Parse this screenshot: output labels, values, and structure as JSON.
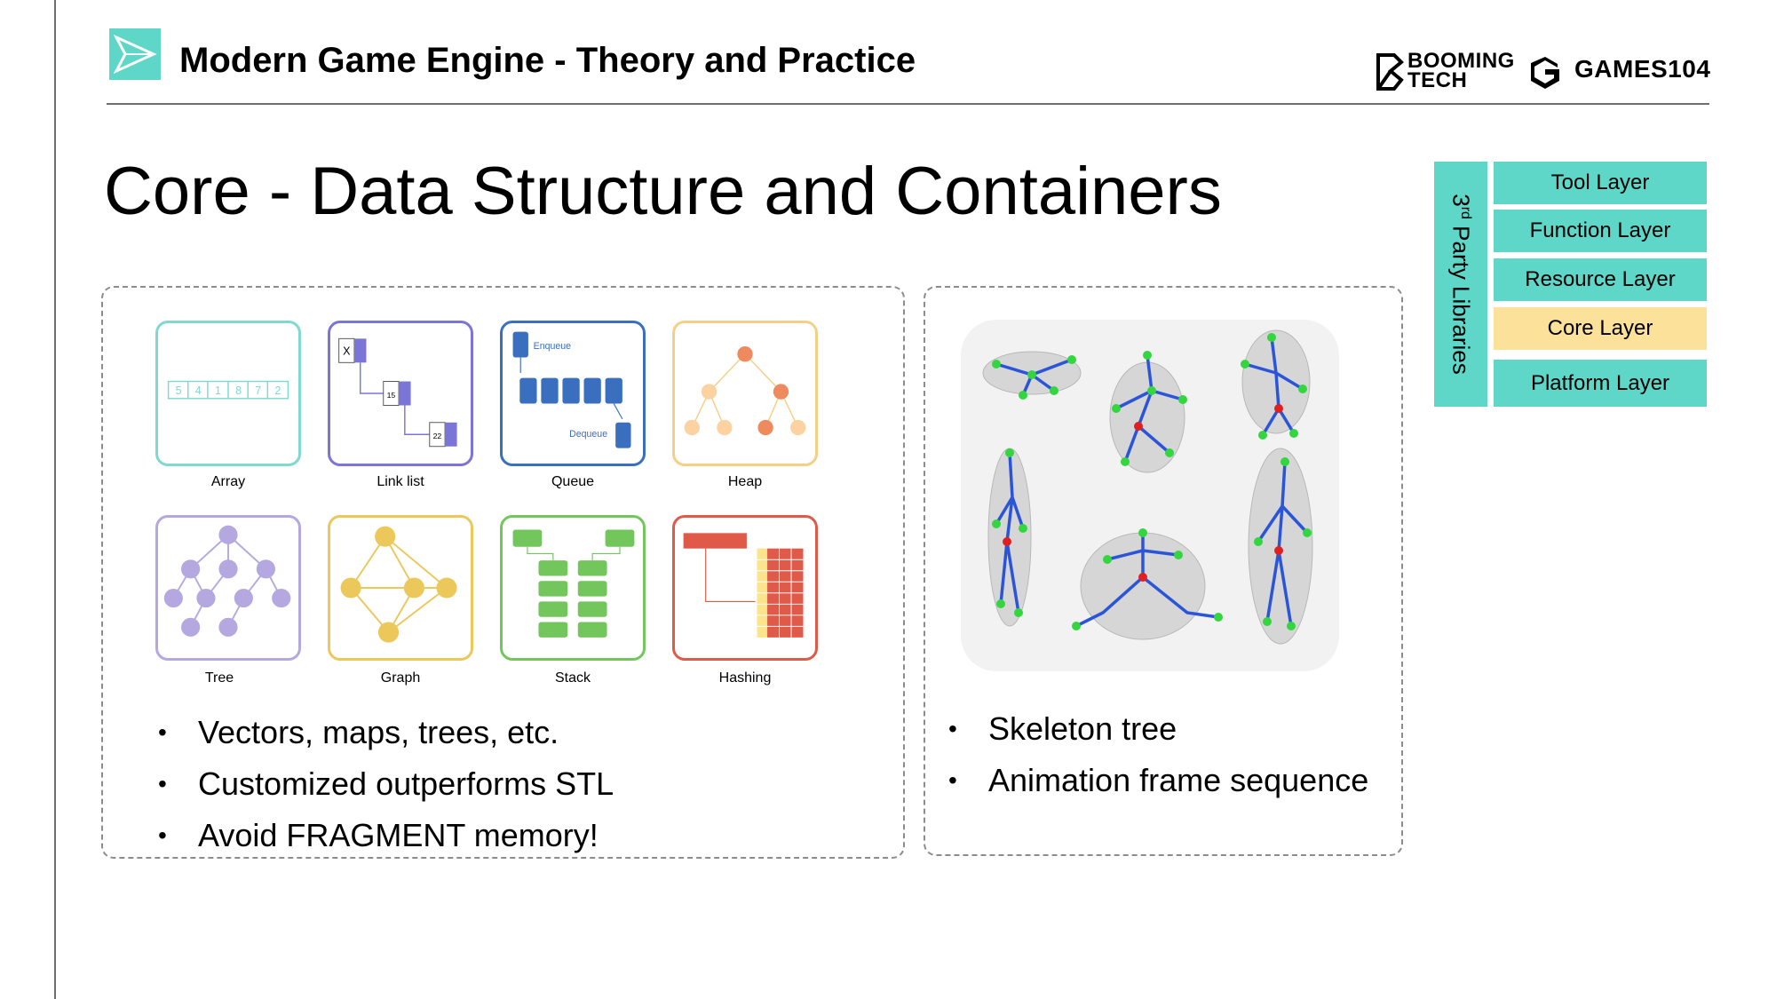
{
  "header": {
    "course_title": "Modern Game Engine - Theory and Practice",
    "brand_booming": "BOOMING TECH",
    "brand_games": "GAMES104"
  },
  "slide": {
    "title": "Core - Data Structure and Containers"
  },
  "structures": [
    {
      "label": "Array",
      "color": "#7fd9cf",
      "array_values": [
        "5",
        "4",
        "1",
        "8",
        "7",
        "2"
      ]
    },
    {
      "label": "Link list",
      "color": "#7b75d8",
      "node_values": [
        "X",
        "15",
        "22"
      ]
    },
    {
      "label": "Queue",
      "color": "#3a6fc0",
      "enqueue_text": "Enqueue",
      "dequeue_text": "Dequeue"
    },
    {
      "label": "Heap",
      "color": "#f6cf87"
    },
    {
      "label": "Tree",
      "color": "#b5a8e0"
    },
    {
      "label": "Graph",
      "color": "#ecc85a"
    },
    {
      "label": "Stack",
      "color": "#72c65c"
    },
    {
      "label": "Hashing",
      "color": "#e05a4a"
    }
  ],
  "left_bullets": [
    "Vectors, maps, trees, etc.",
    "Customized outperforms STL",
    "Avoid FRAGMENT memory!"
  ],
  "right_bullets": [
    "Skeleton tree",
    "Animation frame sequence"
  ],
  "engine_layers": {
    "side_label_prefix": "3",
    "side_label_sup": "rd",
    "side_label_rest": " Party Libraries",
    "layers": [
      {
        "label": "Tool Layer",
        "color": "#5ed6c8",
        "highlight": false
      },
      {
        "label": "Function Layer",
        "color": "#5ed6c8",
        "highlight": false
      },
      {
        "label": "Resource Layer",
        "color": "#5ed6c8",
        "highlight": false
      },
      {
        "label": "Core Layer",
        "color": "#fbe199",
        "highlight": true
      },
      {
        "label": "Platform Layer",
        "color": "#5ed6c8",
        "highlight": false
      }
    ]
  },
  "colors": {
    "accent": "#5ed6c8",
    "highlight": "#fbe199"
  }
}
